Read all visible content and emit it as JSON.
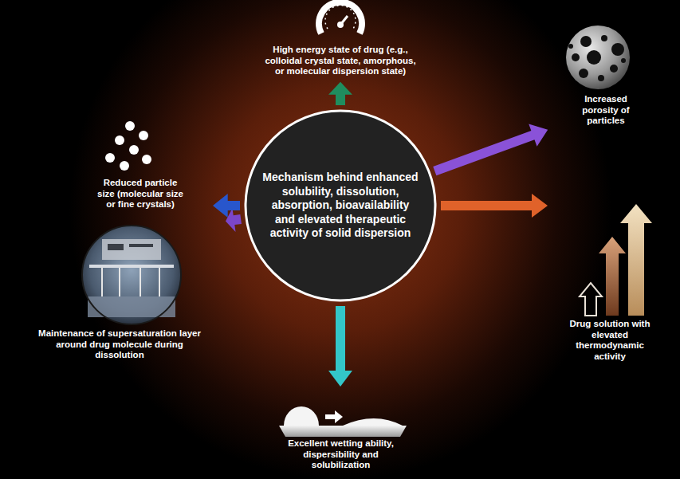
{
  "diagram": {
    "nodes": [
      {
        "text": [
          "Mechanism behind enhanced solubility, dissolution, absorption, bioavailability and elevated therapeutic activity of solid dispersion"
        ]
      },
      {
        "text": [
          "High energy state of drug (e.g., colloidal crystal state, amorphous, or molecular dispersion state)"
        ]
      },
      {
        "text": [
          "Increased porosity of particles"
        ]
      },
      {
        "text": [
          "Drug solution with elevated thermodynamic activity"
        ]
      },
      {
        "text": [
          "Excellent wetting ability, dispersibility and solubilization"
        ]
      },
      {
        "text": [
          "Maintenance of supersaturation layer around drug molecule during dissolution"
        ]
      },
      {
        "text": [
          "Reduced particle size (molecular size or fine crystals)"
        ]
      }
    ],
    "edges": [
      {
        "from": 0,
        "to": 1,
        "arrow": "to"
      },
      {
        "from": 0,
        "to": 2,
        "arrow": "to"
      },
      {
        "from": 0,
        "to": 3,
        "arrow": "to"
      },
      {
        "from": 0,
        "to": 4,
        "arrow": "to"
      },
      {
        "from": 0,
        "to": 5,
        "arrow": "to"
      },
      {
        "from": 0,
        "to": 6,
        "arrow": "to"
      }
    ]
  }
}
